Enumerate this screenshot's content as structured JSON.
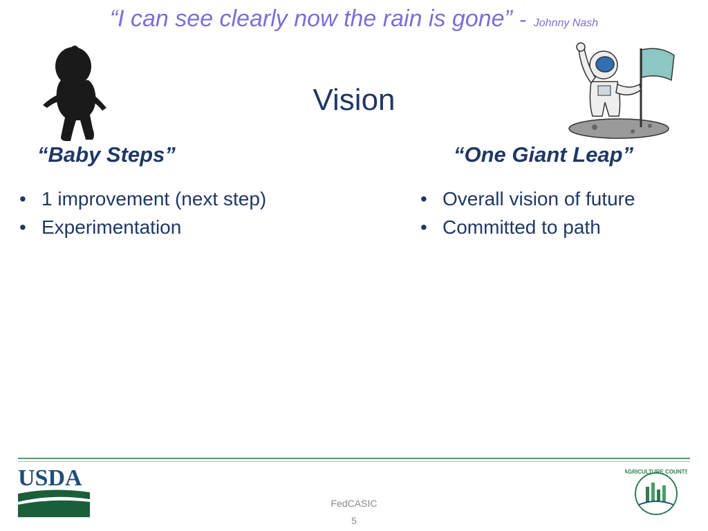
{
  "quote": {
    "text": "“I can see clearly now the rain is gone”",
    "dash": "-",
    "author": "Johnny Nash"
  },
  "title": "Vision",
  "left_column": {
    "heading": "“Baby Steps”",
    "bullets": [
      "1 improvement (next step)",
      "Experimentation"
    ]
  },
  "right_column": {
    "heading": "“One Giant Leap”",
    "bullets": [
      "Overall vision of future",
      "Committed to path"
    ]
  },
  "footer": {
    "text": "FedCASIC",
    "page_number": "5",
    "usda_logo_text": "USDA",
    "ag_logo_text": "AGRICULTURE COUNTS"
  },
  "colors": {
    "quote": "#7b6fd6",
    "text": "#1f3864",
    "usda_green": "#1b5e3a",
    "usda_blue": "#1f4e79"
  },
  "icons": [
    "baby-silhouette-icon",
    "astronaut-flag-icon",
    "usda-logo",
    "agriculture-counts-logo"
  ]
}
